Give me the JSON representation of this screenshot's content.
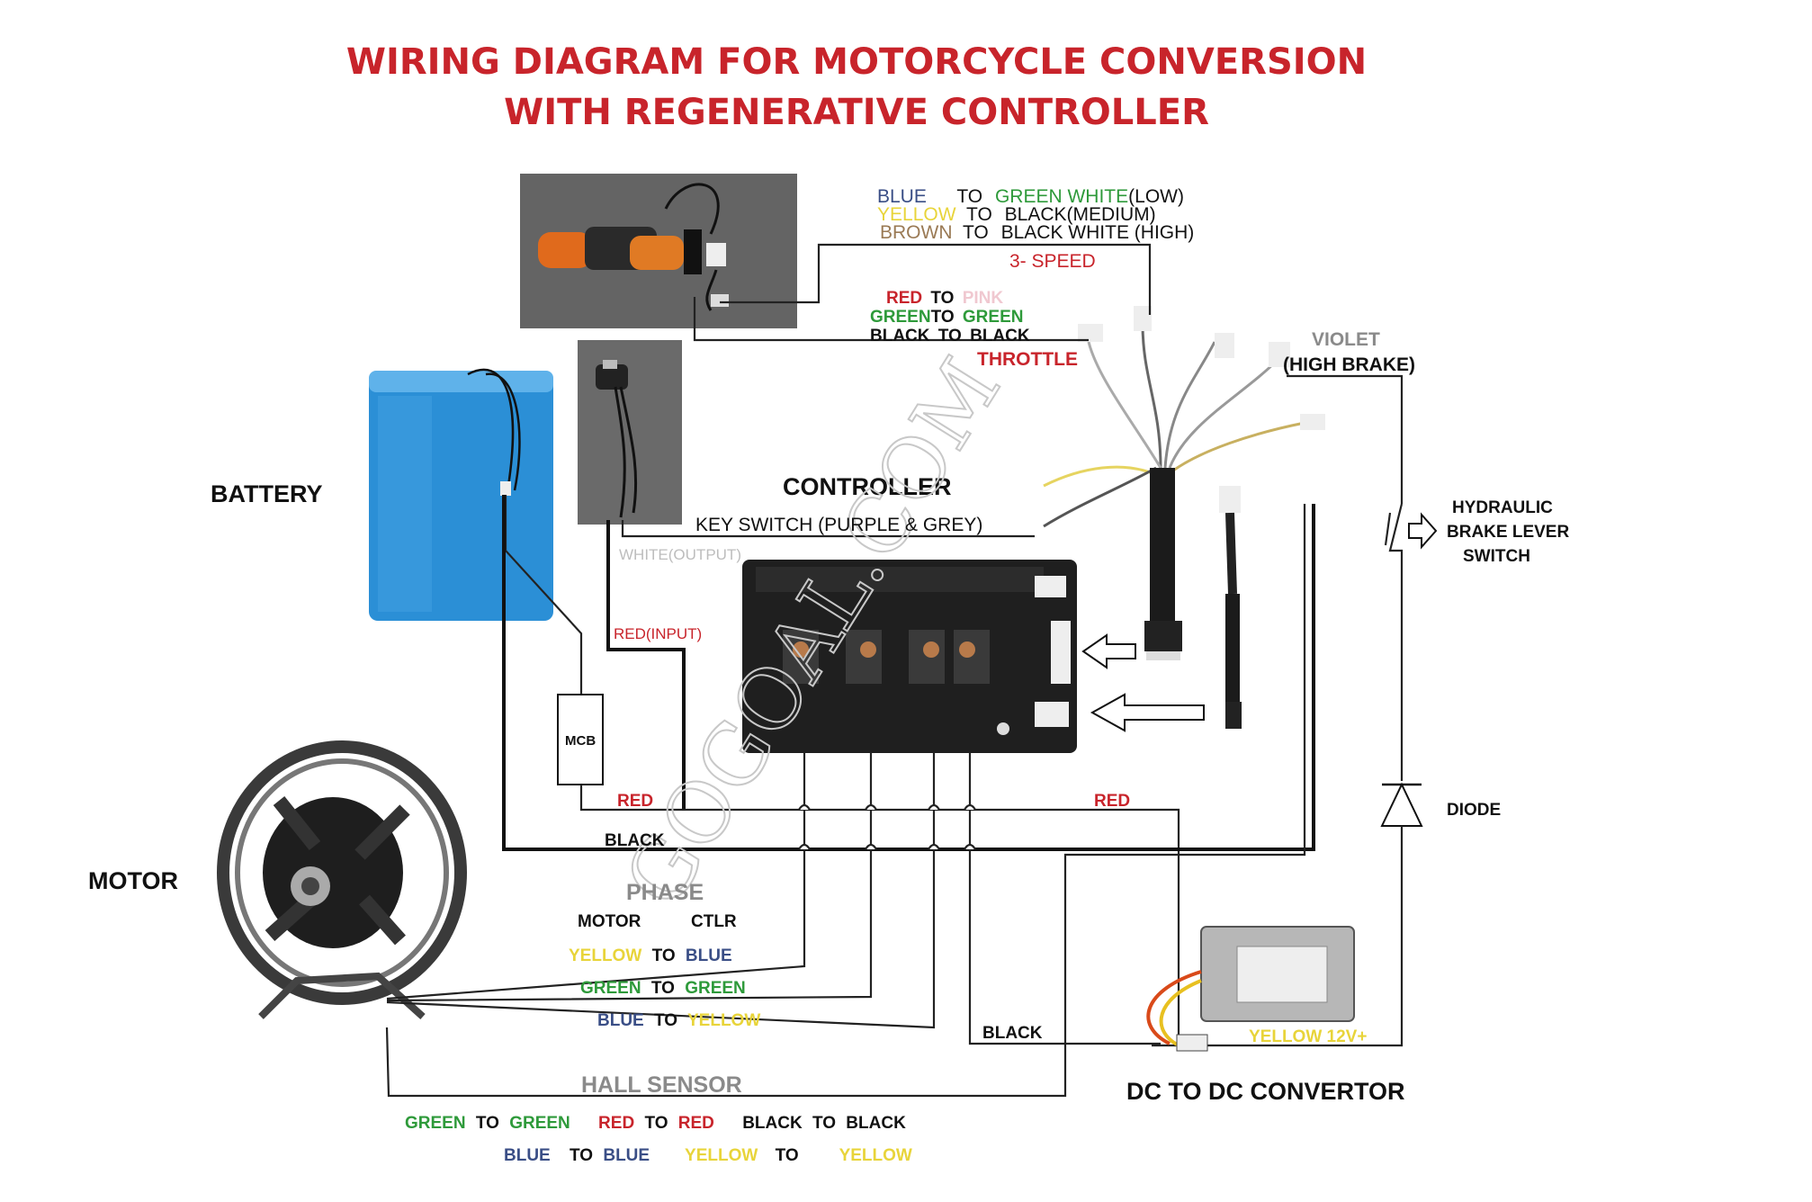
{
  "title": {
    "line1": "WIRING DIAGRAM FOR MOTORCYCLE CONVERSION",
    "line2": "WITH REGENERATIVE CONTROLLER"
  },
  "colors": {
    "title": "#c8242b",
    "red": "#c8242b",
    "green": "#2e9a3a",
    "yellow": "#e8d43a",
    "blue": "#3a4e86",
    "brown": "#9a7a55",
    "grey": "#8a8a8a",
    "pink": "#f0c8d0",
    "battery": "#2b8fd6"
  },
  "components": {
    "battery": "BATTERY",
    "motor": "MOTOR",
    "controller": "CONTROLLER",
    "mcb": "MCB",
    "diode": "DIODE",
    "dc_convertor": "DC TO DC CONVERTOR",
    "hydraulic": [
      "HYDRAULIC",
      "BRAKE LEVER",
      "SWITCH"
    ],
    "throttle": "THROTTLE",
    "violet": "VIOLET",
    "high_brake": "(HIGH BRAKE)",
    "key_switch": "KEY SWITCH (PURPLE & GREY)",
    "white_output": "WHITE(OUTPUT)",
    "red_input": "RED(INPUT)",
    "three_speed": "3- SPEED",
    "watermark": "GOGOAL.COM"
  },
  "speed_mapping": [
    {
      "from": "BLUE",
      "to_word": "TO",
      "target": "GREEN WHITE",
      "suffix": "(LOW)"
    },
    {
      "from": "YELLOW",
      "to_word": "TO",
      "target": "BLACK(MEDIUM)",
      "suffix": ""
    },
    {
      "from": "BROWN",
      "to_word": "TO",
      "target": "BLACK WHITE (HIGH)",
      "suffix": ""
    }
  ],
  "throttle_mapping": [
    {
      "from": "RED",
      "to_word": "TO",
      "target": "PINK"
    },
    {
      "from": "GREEN",
      "to_word": "TO",
      "target": "GREEN"
    },
    {
      "from": "BLACK",
      "to_word": "TO",
      "target": "BLACK"
    }
  ],
  "wires": {
    "red_left": "RED",
    "black": "BLACK",
    "red_right": "RED",
    "black_bottom": "BLACK",
    "yellow_12v": "YELLOW 12V+"
  },
  "phase": {
    "heading": "PHASE",
    "col_motor": "MOTOR",
    "col_ctlr": "CTLR",
    "rows": [
      {
        "from": "YELLOW",
        "to_word": "TO",
        "target": "BLUE"
      },
      {
        "from": "GREEN",
        "to_word": "TO",
        "target": "GREEN"
      },
      {
        "from": "BLUE",
        "to_word": "TO",
        "target": "YELLOW"
      }
    ]
  },
  "hall": {
    "heading": "HALL SENSOR",
    "row1": [
      {
        "from": "GREEN",
        "to_word": "TO",
        "target": "GREEN"
      },
      {
        "from": "RED",
        "to_word": "TO",
        "target": "RED"
      },
      {
        "from": "BLACK",
        "to_word": "TO",
        "target": "BLACK"
      }
    ],
    "row2": [
      {
        "from": "BLUE",
        "to_word": "TO",
        "target": "BLUE"
      },
      {
        "from": "YELLOW",
        "to_word": "TO",
        "target": "YELLOW"
      }
    ]
  }
}
